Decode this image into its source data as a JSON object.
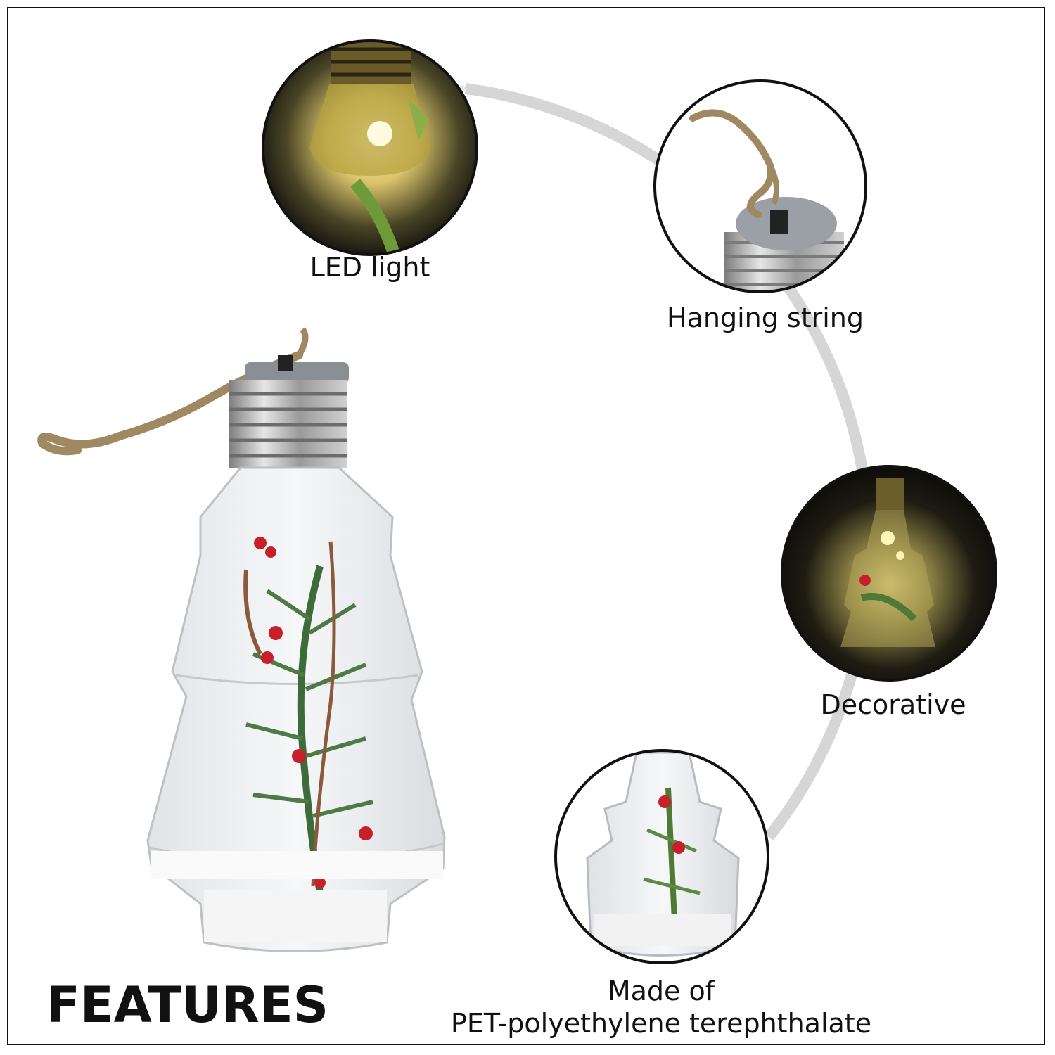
{
  "features": [
    {
      "key": "led",
      "label": "LED light"
    },
    {
      "key": "string",
      "label": "Hanging string"
    },
    {
      "key": "decorative",
      "label": "Decorative"
    },
    {
      "key": "material",
      "label_line1": "Made of",
      "label_line2": "PET-polyethylene terephthalate"
    }
  ],
  "title": "FEATURES",
  "colors": {
    "arc": "#d9d9d9",
    "circle_stroke": "#111111",
    "berry": "#c8202a",
    "pine": "#3e6b3a",
    "glow": "#f3e28a",
    "metal": "#b9b9b9",
    "rope": "#a08962"
  }
}
